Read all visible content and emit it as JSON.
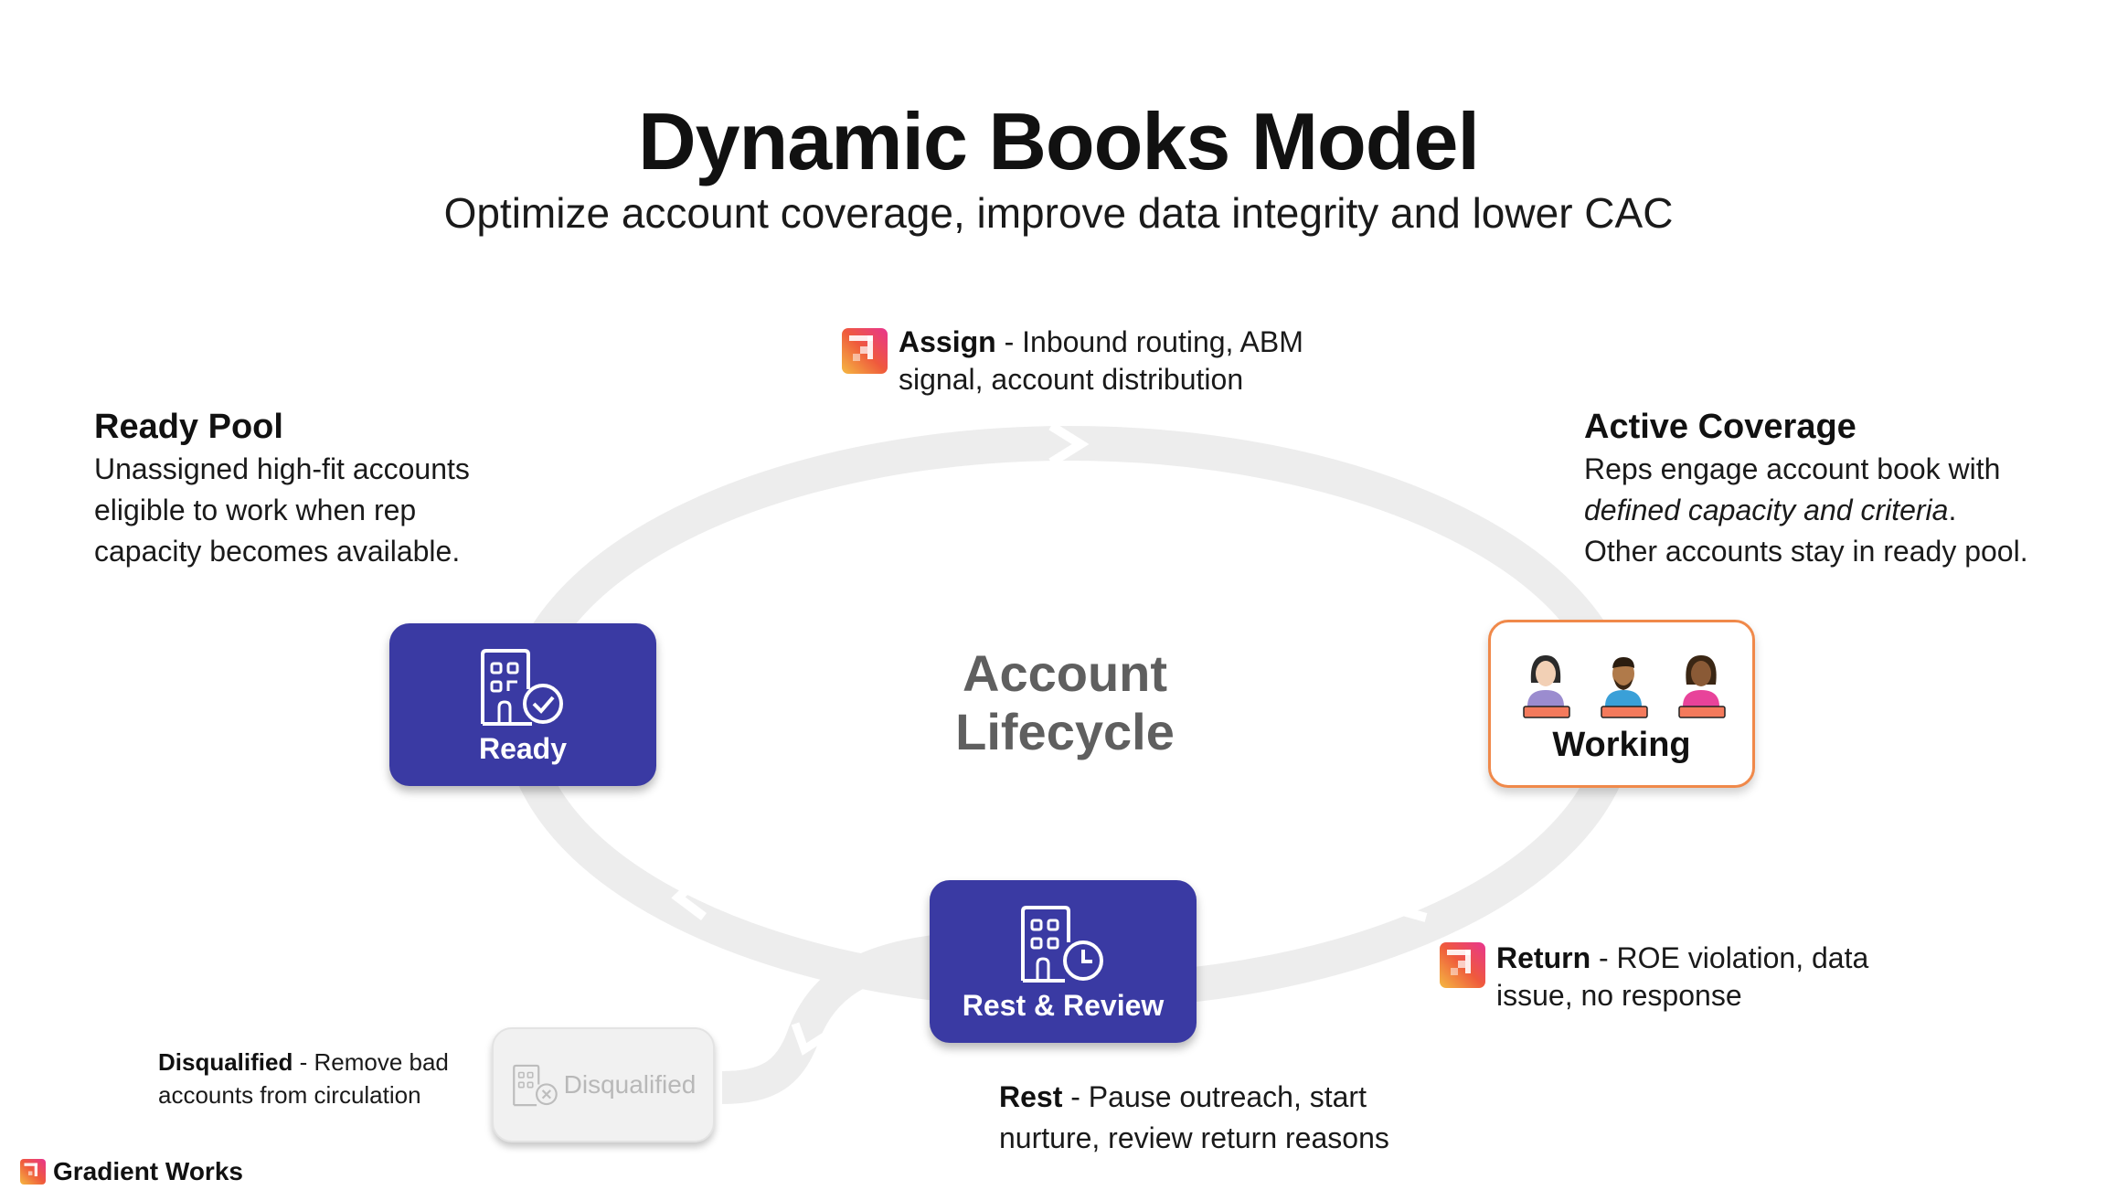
{
  "header": {
    "title": "Dynamic Books Model",
    "subtitle": "Optimize account coverage, improve data integrity and lower CAC"
  },
  "center_label": {
    "line1": "Account",
    "line2": "Lifecycle"
  },
  "nodes": {
    "ready": {
      "label": "Ready",
      "icon": "building-check-icon"
    },
    "working": {
      "label": "Working",
      "icon": "people-icon"
    },
    "rest": {
      "label": "Rest & Review",
      "icon": "building-clock-icon"
    },
    "disqualified": {
      "label": "Disqualified",
      "icon": "building-x-icon"
    }
  },
  "ready_pool": {
    "heading": "Ready Pool",
    "line1": "Unassigned high-fit accounts",
    "line2": "eligible to work when rep",
    "line3": "capacity becomes available."
  },
  "active_coverage": {
    "heading": "Active Coverage",
    "line1": "Reps engage account book with",
    "line2_italic": "defined capacity and criteria",
    "line2_end": ".",
    "line3": "Other accounts stay in ready pool."
  },
  "callouts": {
    "assign": {
      "bold": "Assign",
      "line1": " - Inbound routing, ABM",
      "line2": "signal, account distribution"
    },
    "return": {
      "bold": "Return",
      "line1": " - ROE violation, data",
      "line2": "issue, no response"
    },
    "rest": {
      "bold": "Rest",
      "line1": " - Pause outreach, start",
      "line2": "nurture, review return reasons"
    },
    "disqualified": {
      "bold": "Disqualified",
      "line1": " - Remove bad",
      "line2": "accounts from circulation"
    }
  },
  "brand": {
    "name": "Gradient Works"
  },
  "colors": {
    "node_dark": "#3a3aa3",
    "working_border": "#f0894a",
    "ring": "#ededed",
    "logo_gradient": [
      "#f5b942",
      "#ef5a3c",
      "#e8358f"
    ]
  }
}
